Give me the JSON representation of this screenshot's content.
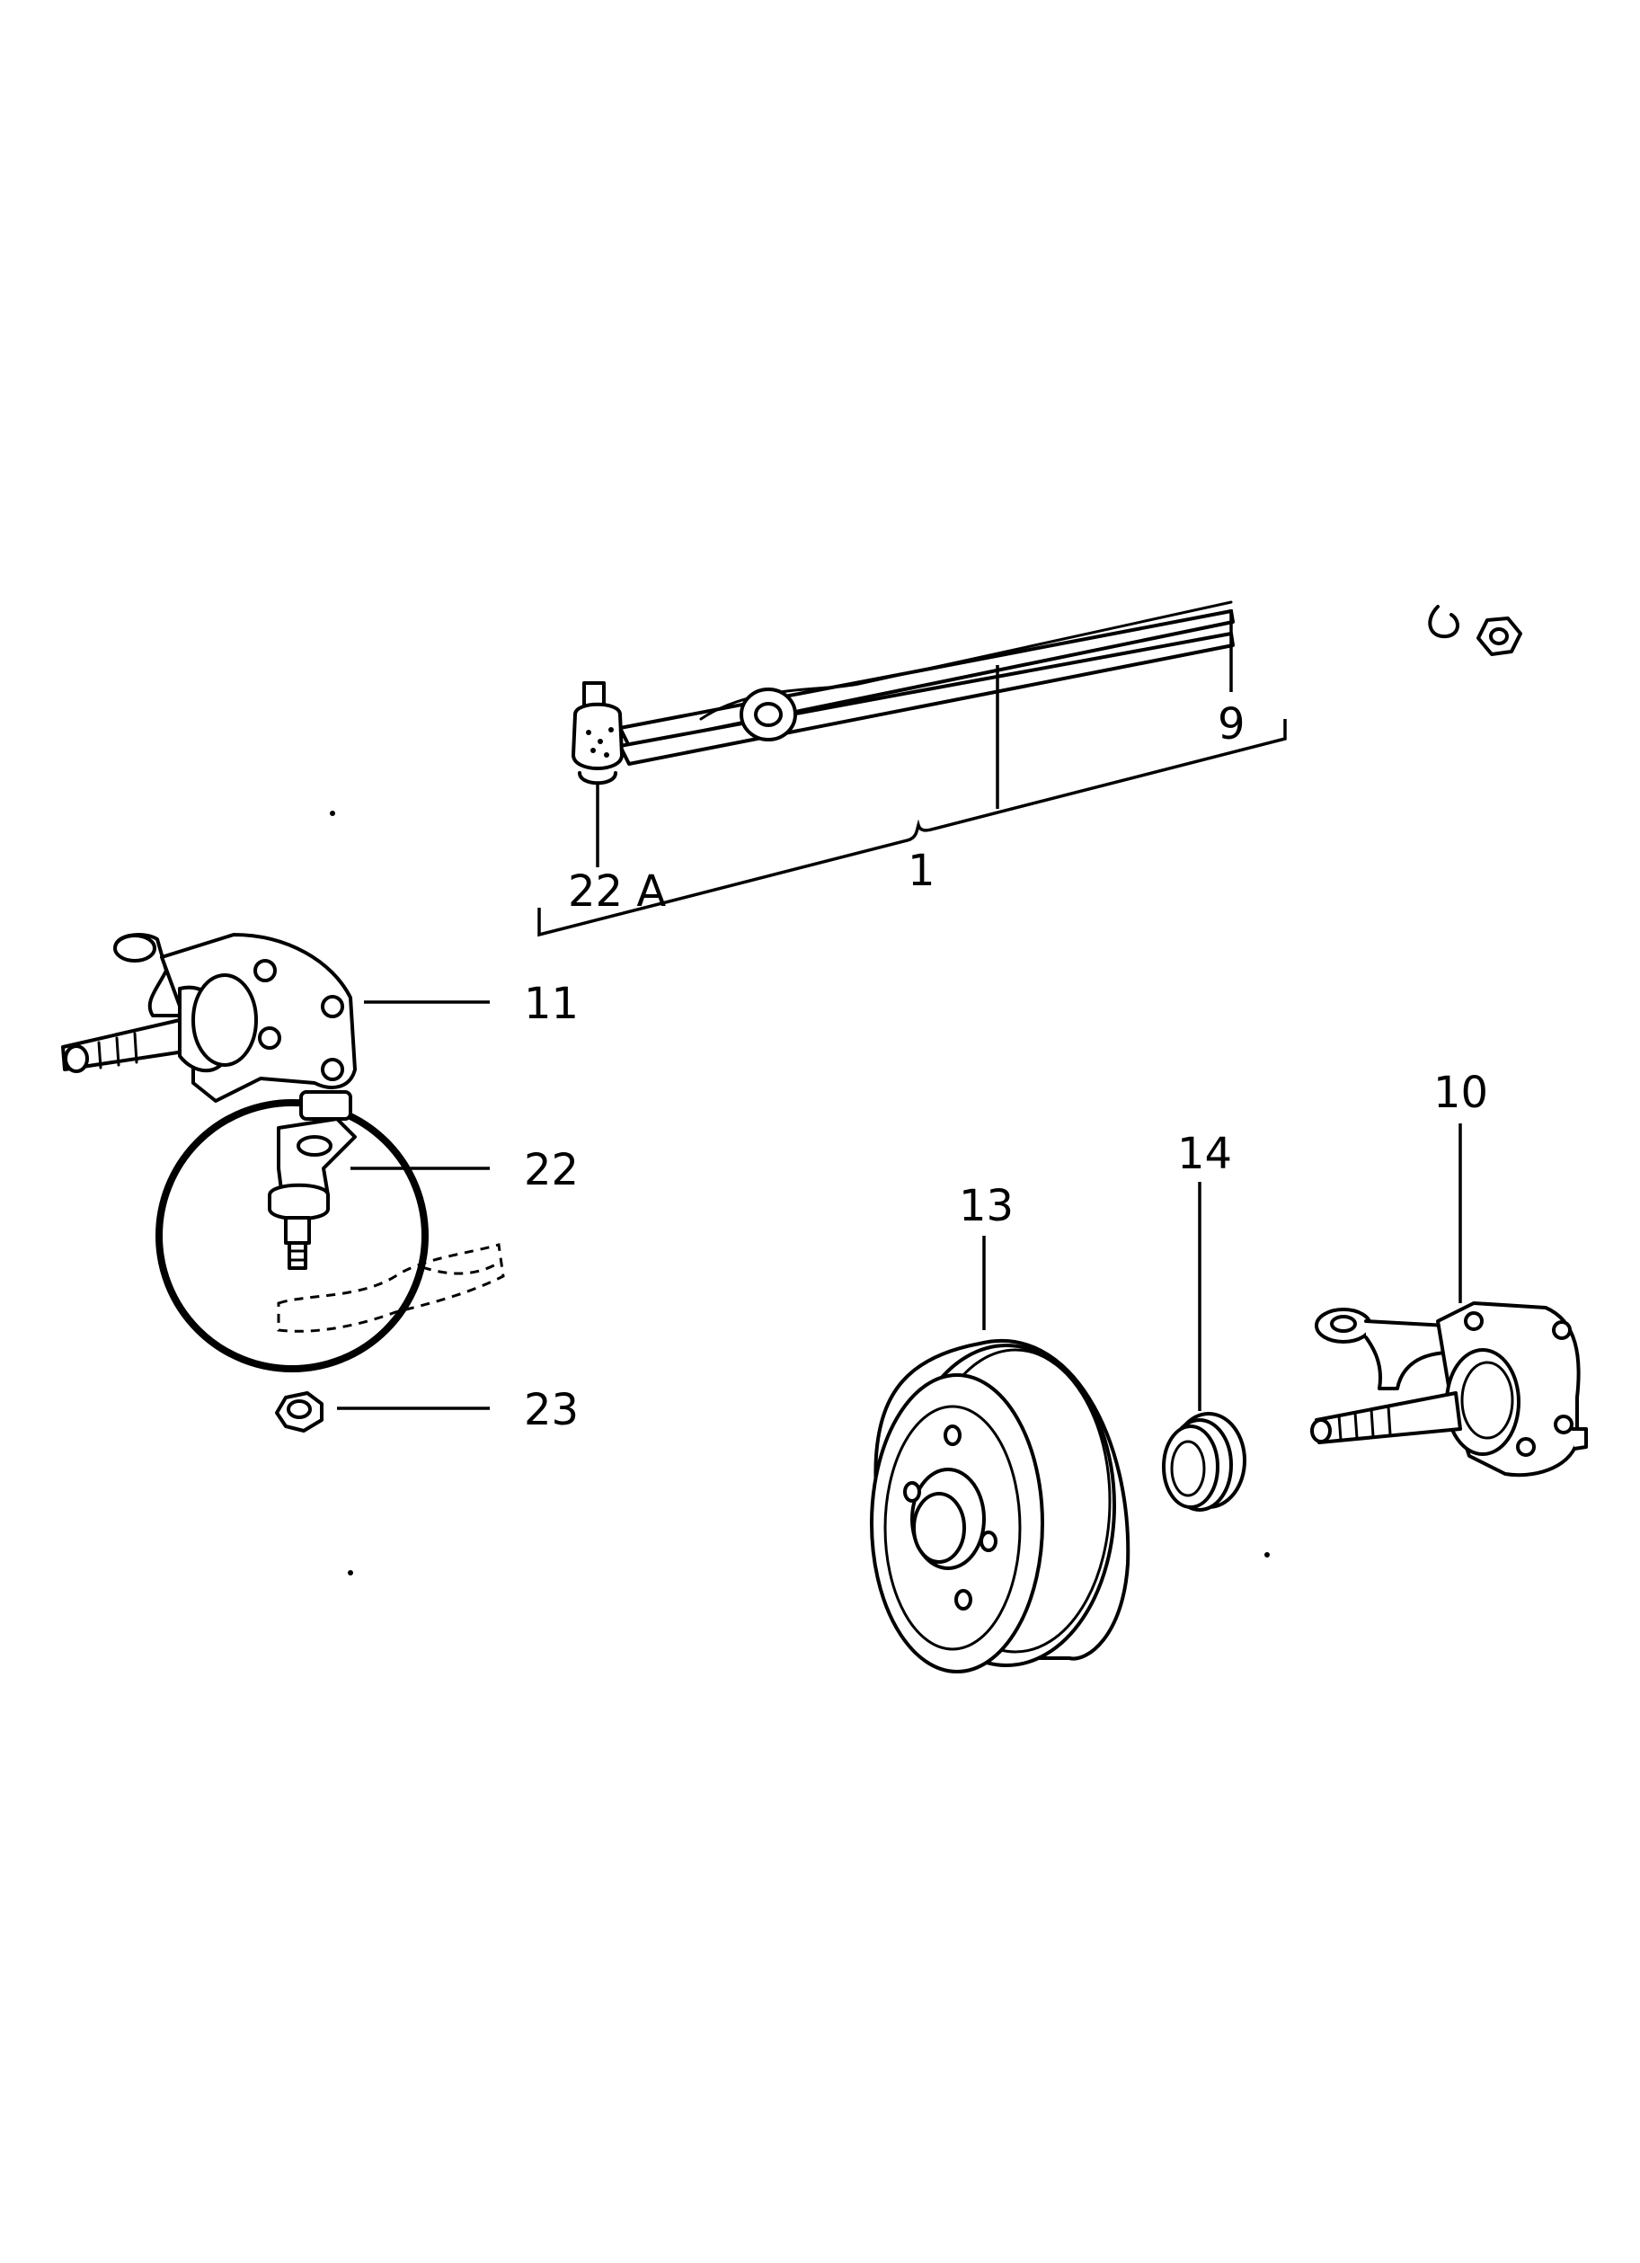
{
  "callouts": {
    "c1": "1",
    "c9": "9",
    "c10": "10",
    "c11": "11",
    "c13": "13",
    "c14": "14",
    "c22": "22",
    "c22a": "22 A",
    "c23": "23"
  },
  "colors": {
    "line": "#000000",
    "background": "#ffffff"
  }
}
